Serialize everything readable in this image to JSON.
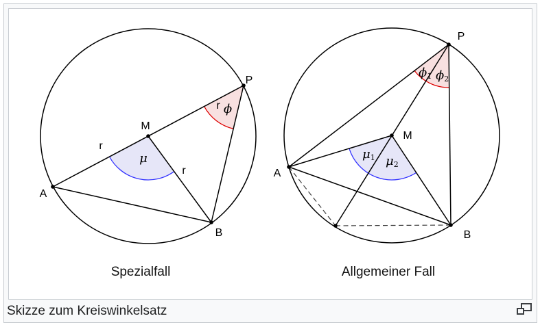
{
  "caption": {
    "text": "Skizze zum Kreiswinkelsatz"
  },
  "colors": {
    "frame_border": "#c8ccd1",
    "frame_background": "#f8f9fa",
    "image_background": "#ffffff",
    "line": "#000000",
    "dashed_line": "#3f3f3f",
    "mu_fill": "#e6e6f8",
    "mu_arc": "#3232ff",
    "phi_fill": "#f8e0e0",
    "phi_arc": "#dd0000",
    "caption_text": "#202122"
  },
  "figures": {
    "left": {
      "title": "Spezialfall",
      "points": {
        "A": "A",
        "B": "B",
        "M": "M",
        "P": "P"
      },
      "r_labels": [
        "r",
        "r",
        "r"
      ],
      "angles": {
        "mu": "μ",
        "phi": "ϕ"
      }
    },
    "right": {
      "title": "Allgemeiner Fall",
      "points": {
        "A": "A",
        "B": "B",
        "M": "M",
        "P": "P"
      },
      "angles": {
        "mu1": {
          "base": "μ",
          "sub": "1"
        },
        "mu2": {
          "base": "μ",
          "sub": "2"
        },
        "phi1": {
          "base": "ϕ",
          "sub": "1"
        },
        "phi2": {
          "base": "ϕ",
          "sub": "2"
        }
      }
    }
  }
}
